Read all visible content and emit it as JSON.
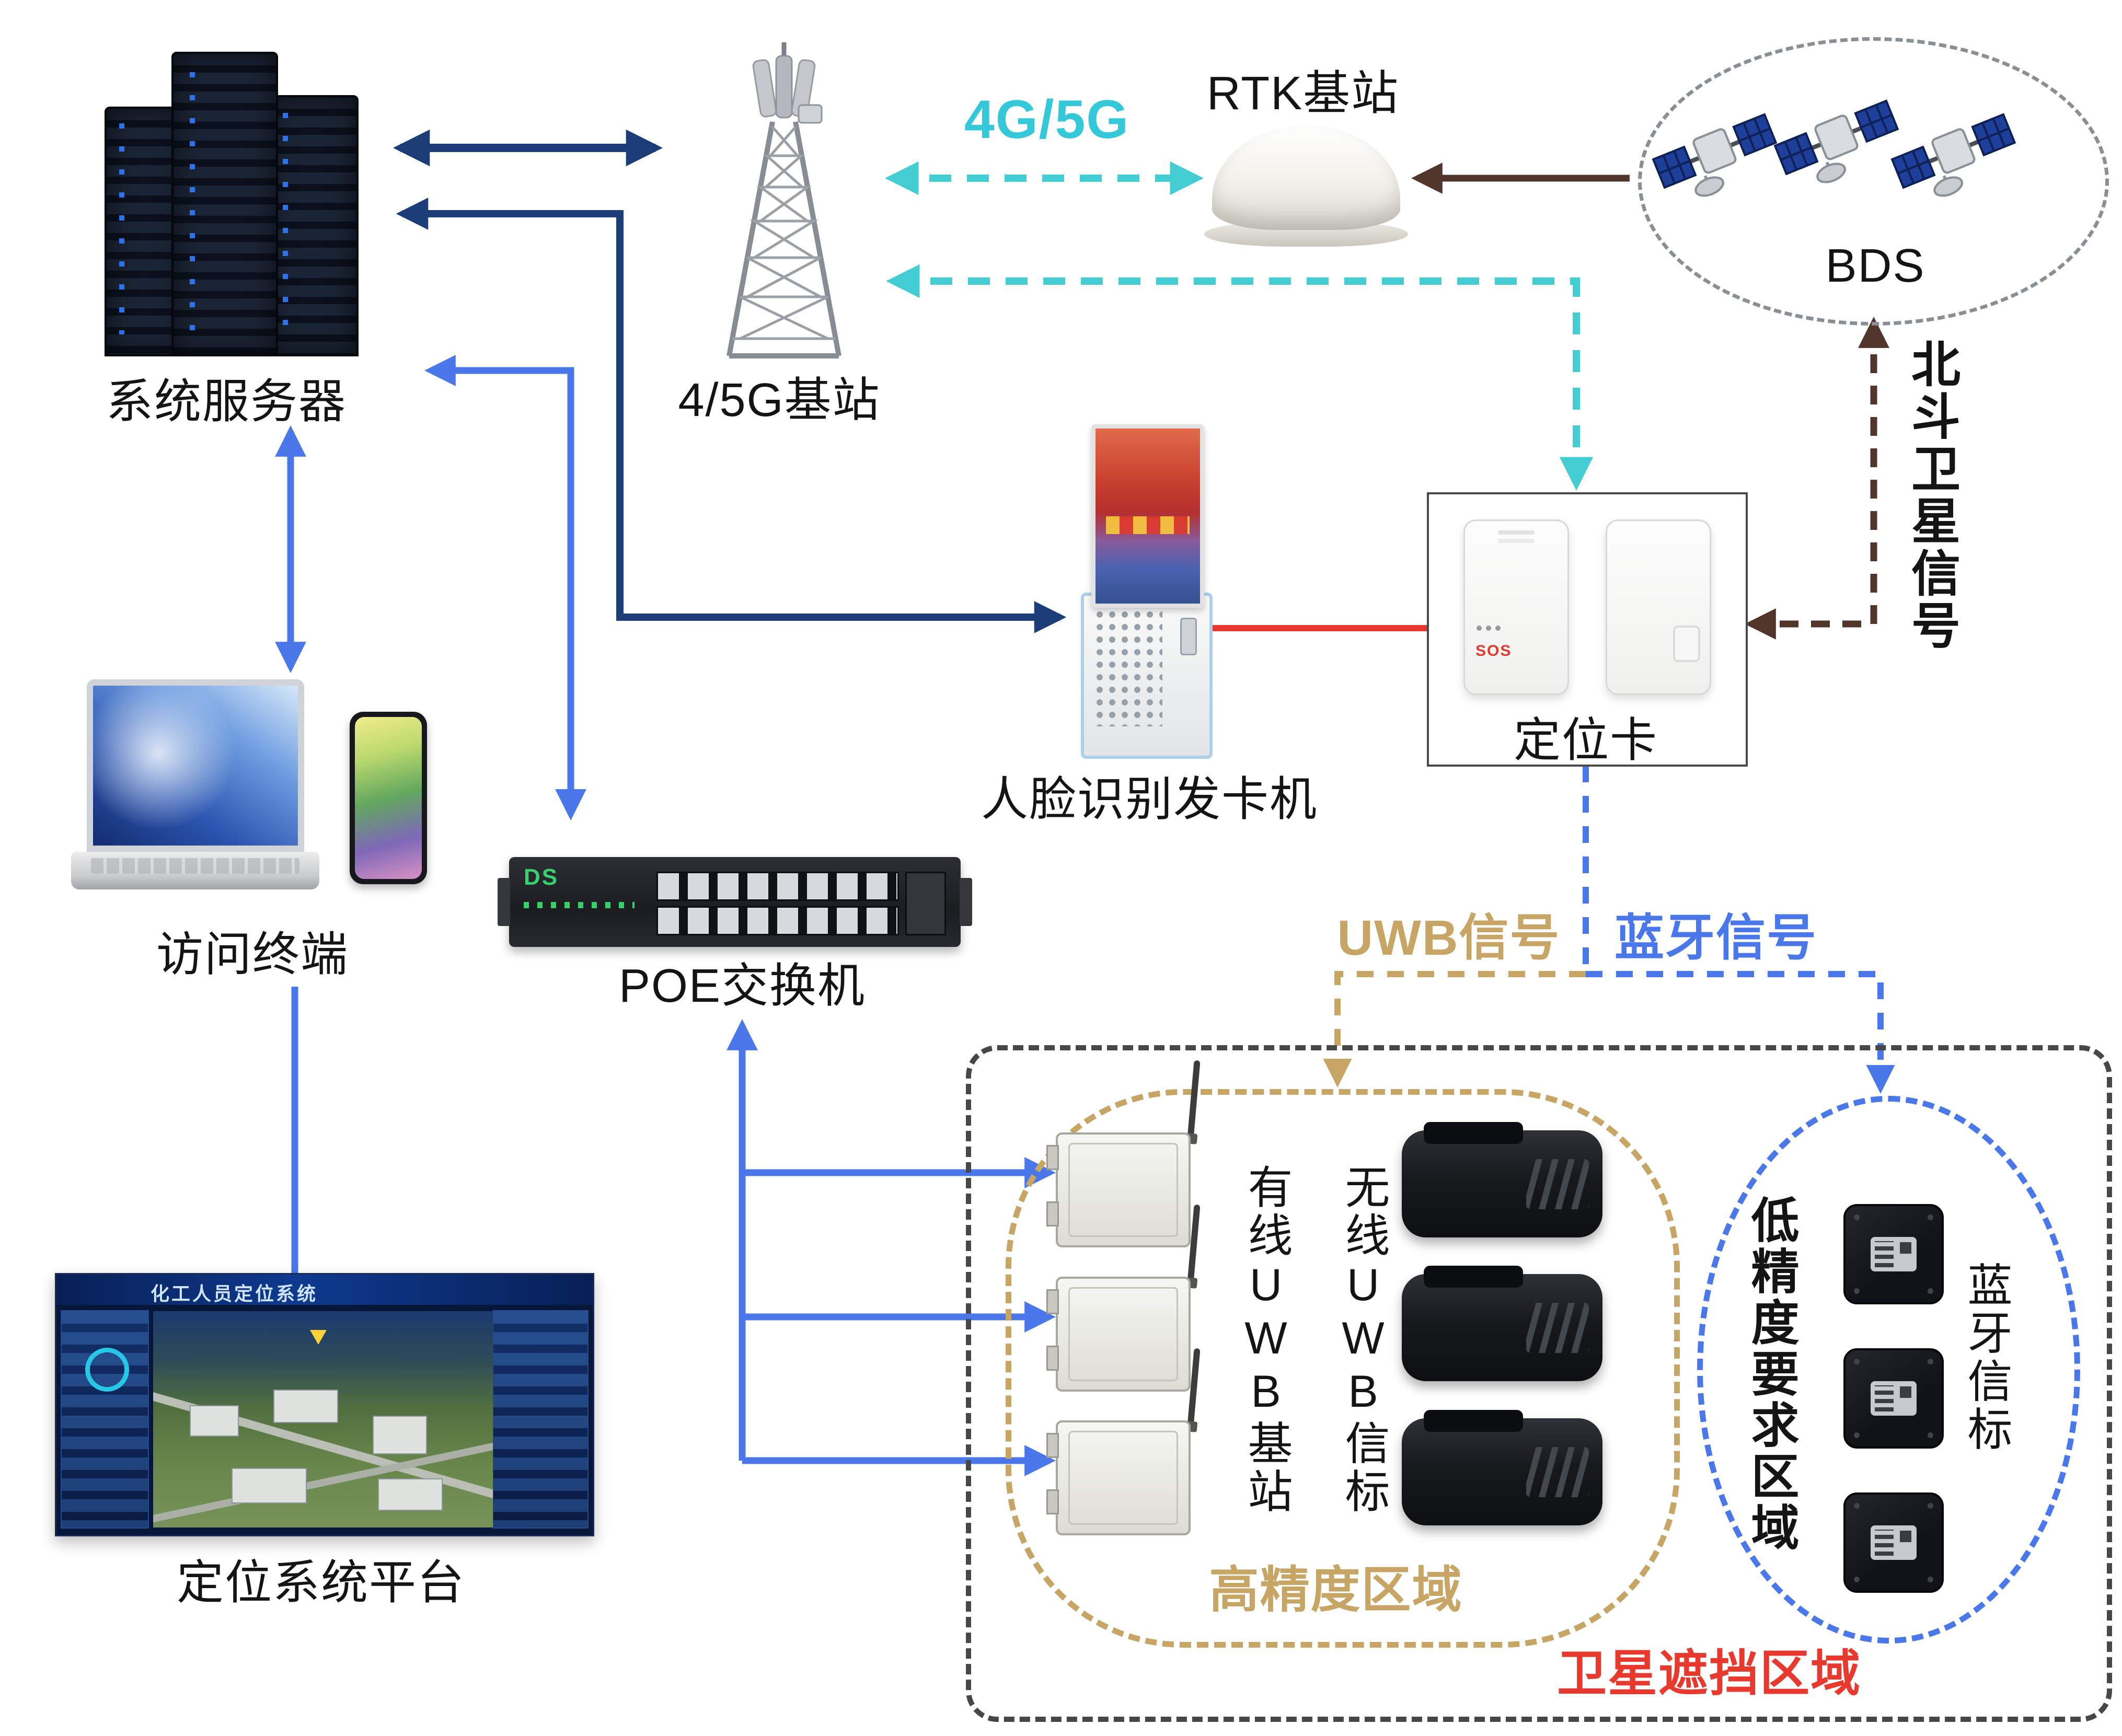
{
  "labels": {
    "server": "系统服务器",
    "tower": "4/5G基站",
    "rtk": "RTK基站",
    "bds": "BDS",
    "kiosk": "人脸识别发卡机",
    "locator_card": "定位卡",
    "terminal": "访问终端",
    "poe_switch": "POE交换机",
    "platform": "定位系统平台",
    "wired_uwb_station": "有线UWB基站",
    "wireless_uwb_beacon": "无线UWB信标",
    "bluetooth_beacon": "蓝牙信标"
  },
  "signals": {
    "g4_5g": "4G/5G",
    "beidou": "北斗卫星信号",
    "uwb": "UWB信号",
    "bluetooth": "蓝牙信号"
  },
  "zones": {
    "high_precision": "高精度区域",
    "low_precision": "低精度要求区域",
    "satellite_blocked": "卫星遮挡区域"
  },
  "device_text": {
    "sos": "SOS",
    "poe_logo": "DS",
    "platform_screen_title": "化工人员定位系统"
  },
  "colors": {
    "navy": "#1c3d78",
    "blue": "#4a78ea",
    "cyan": "#45cdd4",
    "brown": "#53362b",
    "tan": "#c7a564",
    "red": "#e8392e",
    "zone_outline": "#474747"
  }
}
